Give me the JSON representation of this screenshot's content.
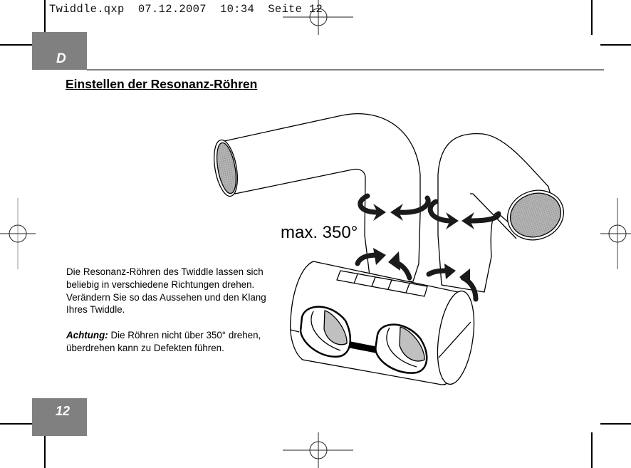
{
  "print_slug": {
    "filename": "Twiddle.qxp",
    "date": "07.12.2007",
    "time": "10:34",
    "page_label": "Seite 12",
    "full": "Twiddle.qxp  07.12.2007  10:34  Seite 12"
  },
  "header": {
    "language_tab": "D",
    "tab_color": "#808080"
  },
  "section": {
    "title": "Einstellen der Resonanz-Röhren"
  },
  "body": {
    "paragraph_1": "Die Resonanz-Röhren des Twiddle lassen sich beliebig in verschiedene Richtungen drehen. Verändern Sie so das Aussehen und den Klang Ihres Twiddle.",
    "warning_label": "Achtung:",
    "warning_text": " Die Röhren nicht über 350° drehen, überdrehen kann zu Defekten führen."
  },
  "illustration": {
    "label": "max. 350°",
    "fill_gray": "#c0c0c0",
    "stroke": "#000000"
  },
  "footer": {
    "page_number": "12"
  }
}
